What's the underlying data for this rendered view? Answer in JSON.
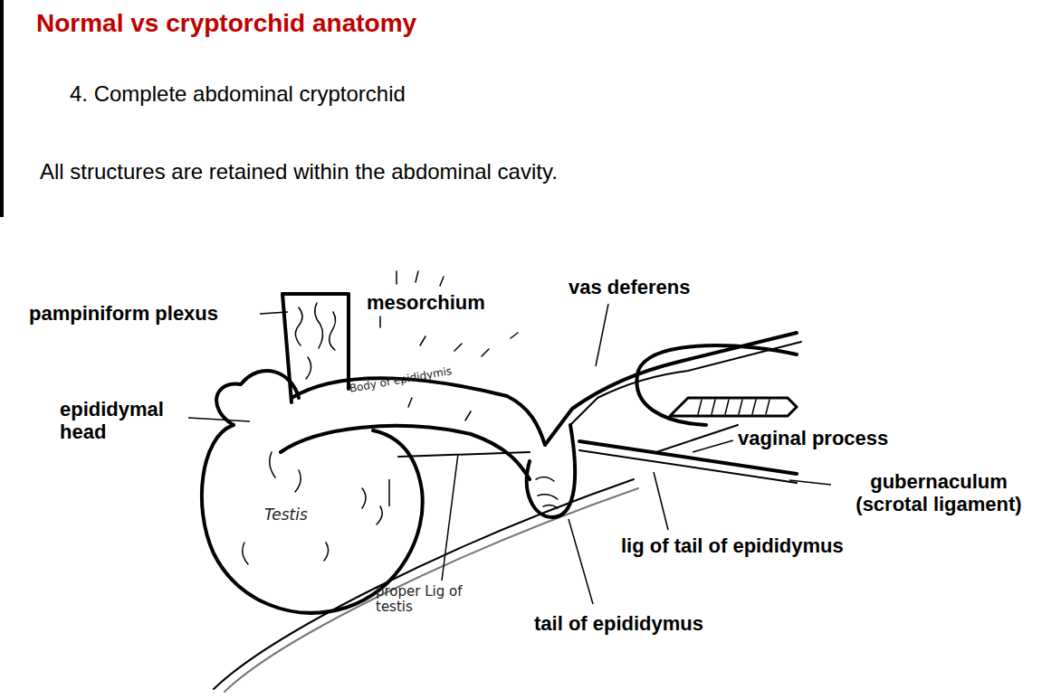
{
  "diagram": {
    "title": "Normal vs cryptorchid anatomy",
    "labels": [
      "4. Complete abdominal cryptorchid",
      "All structures are retained within the abdominal cavity.",
      "pampiniform plexus",
      "mesorchium",
      "vas deferens",
      "epididymal head",
      "Body of epididymis",
      "Testis",
      "proper Lig of testis",
      "vaginal process",
      "gubernaculum (scrotal ligament)",
      "lig of tail of epididymus",
      "tail of epididymus"
    ]
  }
}
